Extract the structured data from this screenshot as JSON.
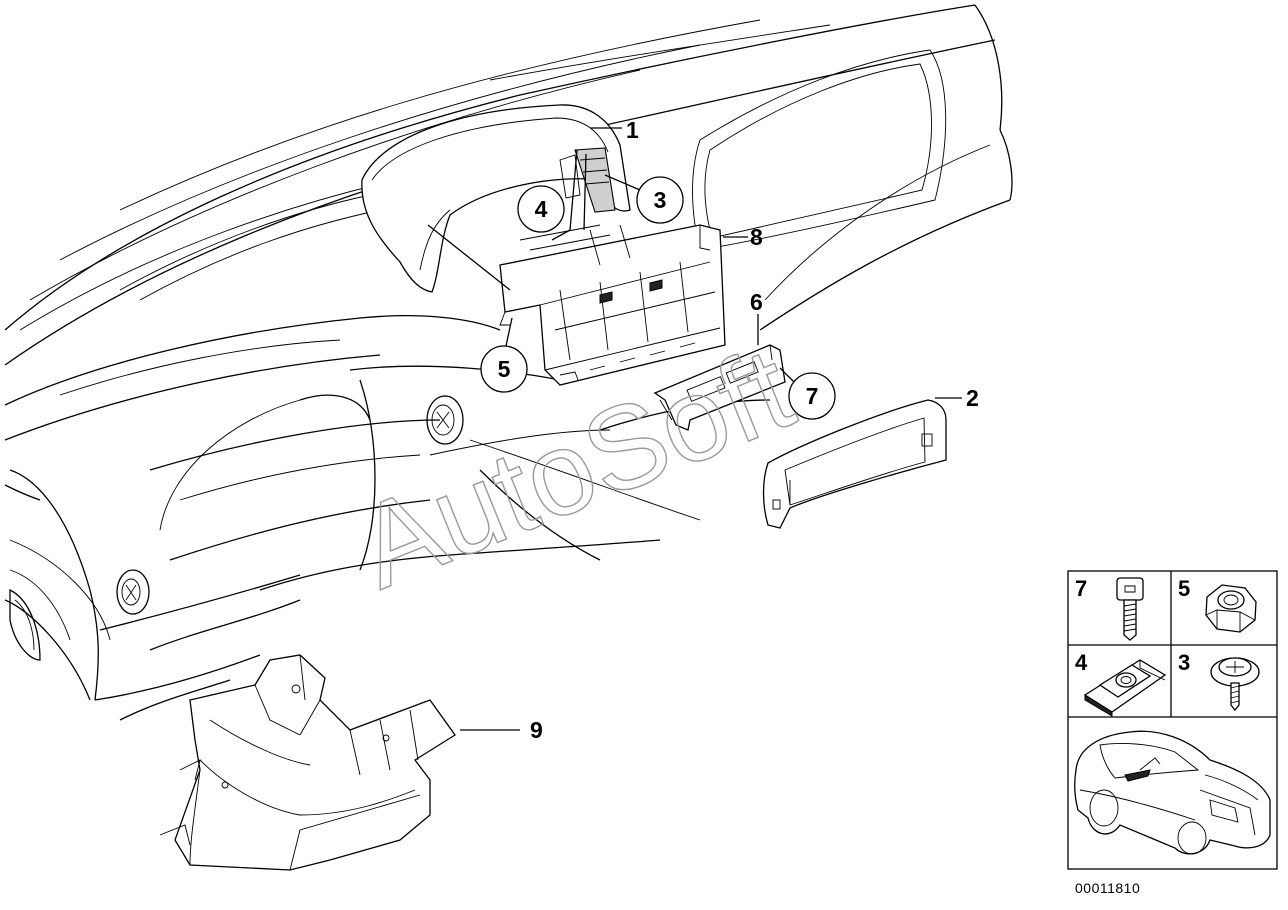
{
  "callouts": [
    {
      "id": "c1",
      "label": "1"
    },
    {
      "id": "c2",
      "label": "2"
    },
    {
      "id": "c3",
      "label": "3"
    },
    {
      "id": "c4",
      "label": "4"
    },
    {
      "id": "c5",
      "label": "5"
    },
    {
      "id": "c6",
      "label": "6"
    },
    {
      "id": "c7",
      "label": "7"
    },
    {
      "id": "c8",
      "label": "8"
    },
    {
      "id": "c9",
      "label": "9"
    }
  ],
  "legend": {
    "cells": [
      {
        "label": "7",
        "part": "screw-icon"
      },
      {
        "label": "5",
        "part": "nut-icon"
      },
      {
        "label": "4",
        "part": "clip-nut-icon"
      },
      {
        "label": "3",
        "part": "washer-screw-icon"
      }
    ],
    "car_thumbnail": "car-icon"
  },
  "watermark": "AutoSoft",
  "reference_number": "00011810"
}
